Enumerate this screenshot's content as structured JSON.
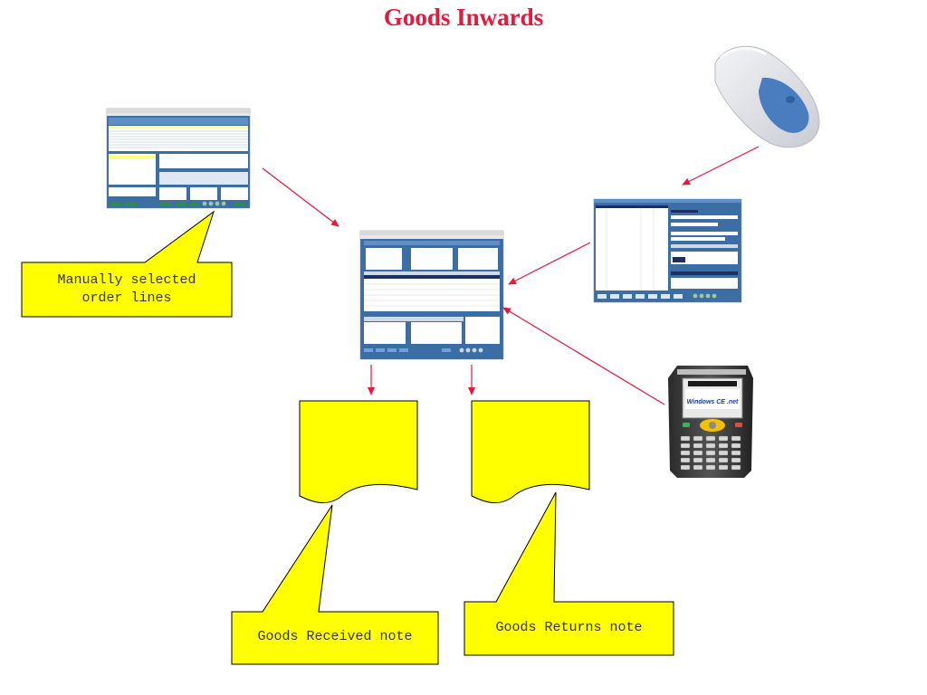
{
  "title": "Goods Inwards",
  "callouts": {
    "manual_selection": [
      "Manually selected",
      "order lines"
    ],
    "grn": "Goods Received note",
    "returns": "Goods Returns note"
  },
  "devices": {
    "handheld_brand": "Windows CE .net"
  },
  "colors": {
    "title": "#e8183c",
    "arrow": "#e8183c",
    "callout_fill": "#ffff00",
    "screen_blue": "#3a6ea5"
  }
}
